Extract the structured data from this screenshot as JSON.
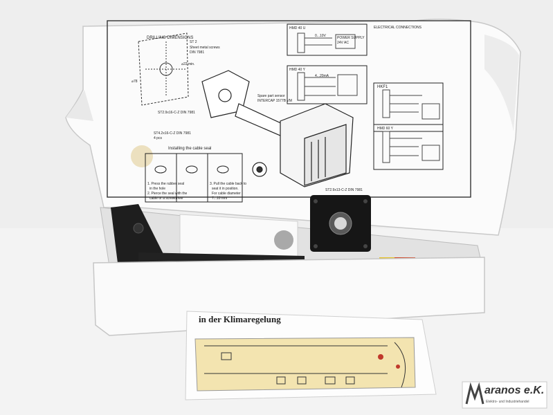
{
  "instructions": {
    "drilling_dimensions": "DRILLING DIMENSIONS",
    "screw_top": "ST 2",
    "screw_label": "Sheet metal screws",
    "screw_din": "DIN 7981",
    "hole_dia": "⌀22 min.",
    "dim_height": "⌀78",
    "screw_bottom": "ST2.9x16-C-Z  DIN 7981",
    "screw_count": "ST4.2x16-C-Z  DIN 7981",
    "screw_count_sub": "4 pcs",
    "spare_part": "Spare part sensor",
    "intercap": "INTERCAP  1577B VM",
    "cable_seal_title": "Installing the cable seal",
    "step1": "1. Press the rubber seal",
    "step1b": "in the hole",
    "step2": "2. Pierce the seal with the",
    "step2b": "cable or a screwdriver",
    "step3": "3. Pull the cable back to",
    "step3b": "seat it in position.",
    "step3c": "For cable diameter",
    "step3d": "7...10 mm",
    "screw_right": "ST2.9x13-C-Z  DIN 7981",
    "electrical": "ELECTRICAL CONNECTIONS",
    "hmd_top": "HMD 40 U",
    "hmd_mid": "HMD 40 Y",
    "hkf": "HKF1",
    "hmd_low": "HMD 60 Y",
    "supply": "POWER SUPPLY",
    "v24": "24V AC",
    "out1": "0...10V",
    "out2": "4...20mA"
  },
  "leaflet": {
    "heading": "in der Klimaregelung"
  },
  "logo": {
    "brand": "aranos e.K.",
    "tagline": "Elektro- und Industriehandel"
  }
}
